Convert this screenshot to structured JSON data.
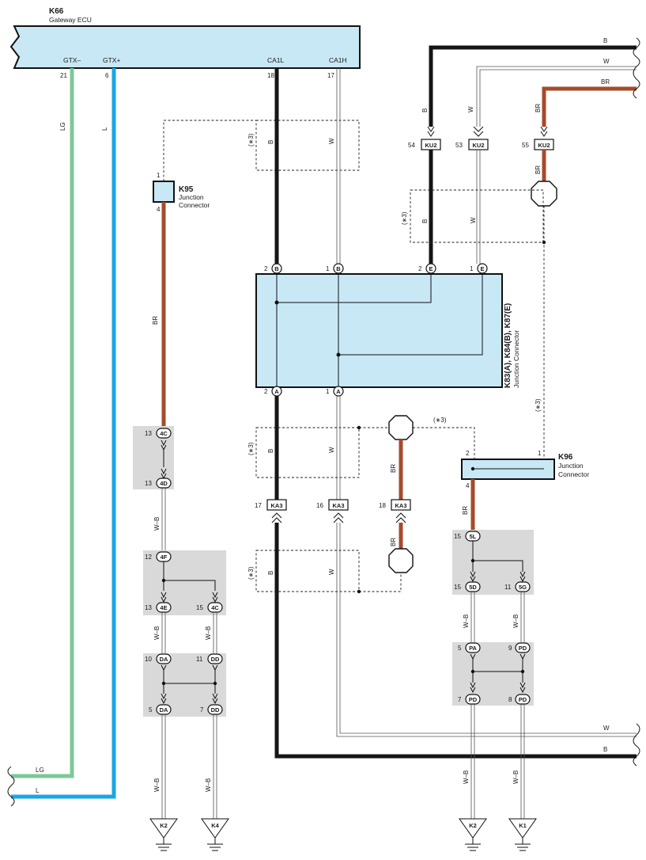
{
  "ecu": {
    "id": "K66",
    "name": "Gateway ECU",
    "pins": [
      {
        "signal": "GTX–",
        "num": "21"
      },
      {
        "signal": "GTX+",
        "num": "6"
      },
      {
        "signal": "CA1L",
        "num": "18"
      },
      {
        "signal": "CA1H",
        "num": "17"
      }
    ]
  },
  "wire_colors": {
    "LG": "LG",
    "L": "L",
    "B": "B",
    "W": "W",
    "BR": "BR",
    "WB": "W–B"
  },
  "colors": {
    "black": "#151515",
    "brown": "#a64b2a",
    "green": "#7cc89a",
    "blue": "#1aa6e4",
    "box": "#c8e8f6"
  },
  "shield_label": "(∗3)",
  "k95": {
    "id": "K95",
    "name1": "Junction",
    "name2": "Connector",
    "pin1": "1",
    "pin4": "4"
  },
  "k96": {
    "id": "K96",
    "name1": "Junction",
    "name2": "Connector",
    "pin1": "1",
    "pin2": "2",
    "pin4": "4"
  },
  "jc_main": {
    "id": "K83(A), K84(B), K87(E)",
    "name": "Junction Connector",
    "top_pins": [
      {
        "num": "2",
        "letter": "B"
      },
      {
        "num": "1",
        "letter": "B"
      },
      {
        "num": "2",
        "letter": "E"
      },
      {
        "num": "1",
        "letter": "E"
      }
    ],
    "bottom_pins": [
      {
        "num": "2",
        "letter": "A"
      },
      {
        "num": "1",
        "letter": "A"
      }
    ]
  },
  "ku2": [
    {
      "num": "54",
      "id": "KU2"
    },
    {
      "num": "53",
      "id": "KU2"
    },
    {
      "num": "55",
      "id": "KU2"
    }
  ],
  "ka3": [
    {
      "num": "17",
      "id": "KA3"
    },
    {
      "num": "16",
      "id": "KA3"
    },
    {
      "num": "18",
      "id": "KA3"
    }
  ],
  "left_connectors": [
    {
      "num": "13",
      "id": "4C"
    },
    {
      "num": "13",
      "id": "4D"
    },
    {
      "num": "12",
      "id": "4F"
    },
    {
      "num": "13",
      "id": "4E"
    },
    {
      "num": "15",
      "id": "4C"
    },
    {
      "num": "10",
      "id": "DA"
    },
    {
      "num": "11",
      "id": "DD"
    },
    {
      "num": "5",
      "id": "DA"
    },
    {
      "num": "7",
      "id": "DD"
    }
  ],
  "right_connectors": [
    {
      "num": "15",
      "id": "5L"
    },
    {
      "num": "15",
      "id": "5D"
    },
    {
      "num": "11",
      "id": "5G"
    },
    {
      "num": "5",
      "id": "PA"
    },
    {
      "num": "9",
      "id": "PD"
    },
    {
      "num": "7",
      "id": "PD"
    },
    {
      "num": "8",
      "id": "PD"
    }
  ],
  "grounds": [
    {
      "id": "K2"
    },
    {
      "id": "K4"
    },
    {
      "id": "K2"
    },
    {
      "id": "K1"
    }
  ]
}
